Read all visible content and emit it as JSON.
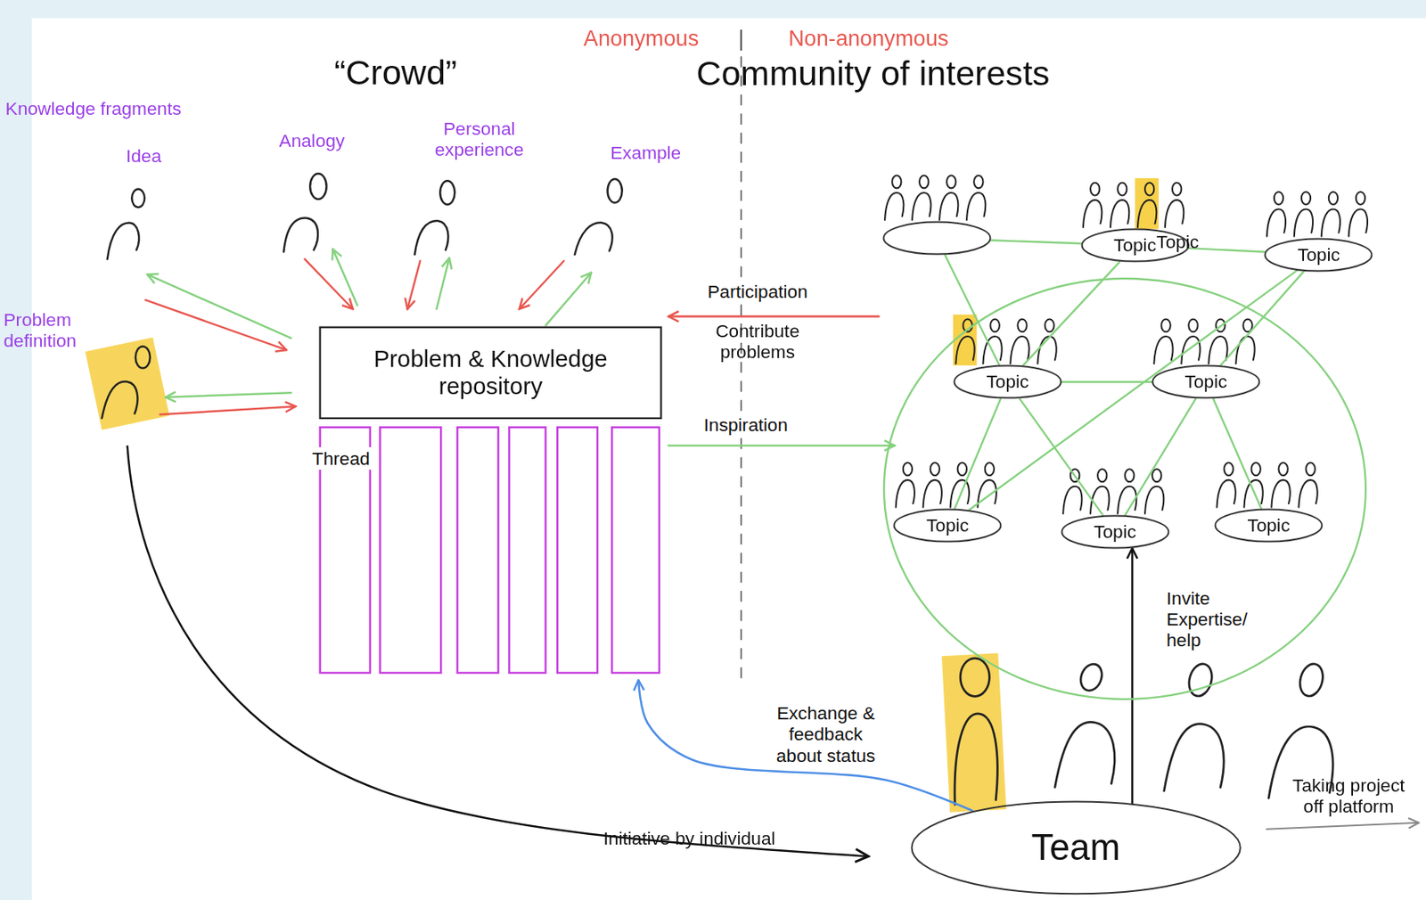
{
  "diagram": {
    "nodes": [
      {
        "text": [
          "Problem & Knowledge repository"
        ]
      },
      {
        "text": [
          "Community of interests"
        ]
      },
      {
        "text": [
          "Topic"
        ],
        "in": 1
      },
      {
        "text": [
          "Topic"
        ],
        "in": 1
      },
      {
        "text": [
          "Topic"
        ],
        "in": 1
      },
      {
        "text": [
          "Topic"
        ],
        "in": 1
      },
      {
        "text": [
          "Topic"
        ],
        "in": 1
      },
      {
        "text": [
          "Topic"
        ],
        "in": 1
      },
      {
        "text": [
          "Topic"
        ],
        "in": 1
      },
      {
        "text": [
          "Topic"
        ],
        "in": 1
      },
      {
        "text": [
          "Team"
        ]
      }
    ],
    "edges": [
      {
        "from": 1,
        "to": 0,
        "arrow": "to",
        "label": "Participation"
      },
      {
        "from": 0,
        "to": 1,
        "arrow": "to",
        "label": "Inspiration"
      },
      {
        "from": 10,
        "to": 0,
        "arrow": "to",
        "label": "Exchange & feedback about status"
      },
      {
        "from": 10,
        "to": 8,
        "arrow": "to",
        "label": "Invite Expertise/ help"
      },
      {
        "from": 2,
        "to": 3,
        "arrow": "none"
      },
      {
        "from": 3,
        "to": 4,
        "arrow": "none"
      },
      {
        "from": 2,
        "to": 5,
        "arrow": "none"
      },
      {
        "from": 3,
        "to": 5,
        "arrow": "none"
      },
      {
        "from": 5,
        "to": 6,
        "arrow": "none"
      },
      {
        "from": 5,
        "to": 7,
        "arrow": "none"
      },
      {
        "from": 5,
        "to": 8,
        "arrow": "none"
      },
      {
        "from": 6,
        "to": 8,
        "arrow": "none"
      },
      {
        "from": 6,
        "to": 9,
        "arrow": "none"
      },
      {
        "from": 4,
        "to": 7,
        "arrow": "none"
      },
      {
        "from": 4,
        "to": 6,
        "arrow": "none"
      }
    ],
    "labels": [
      "Anonymous",
      "|",
      "Non-anonymous",
      "“Crowd”",
      "Knowledge fragments",
      "Idea",
      "Analogy",
      "Personal experience",
      "Example",
      "Problem definition",
      "Thread",
      "Contribute problems",
      "Initiative by individual",
      "Taking project off platform"
    ]
  }
}
